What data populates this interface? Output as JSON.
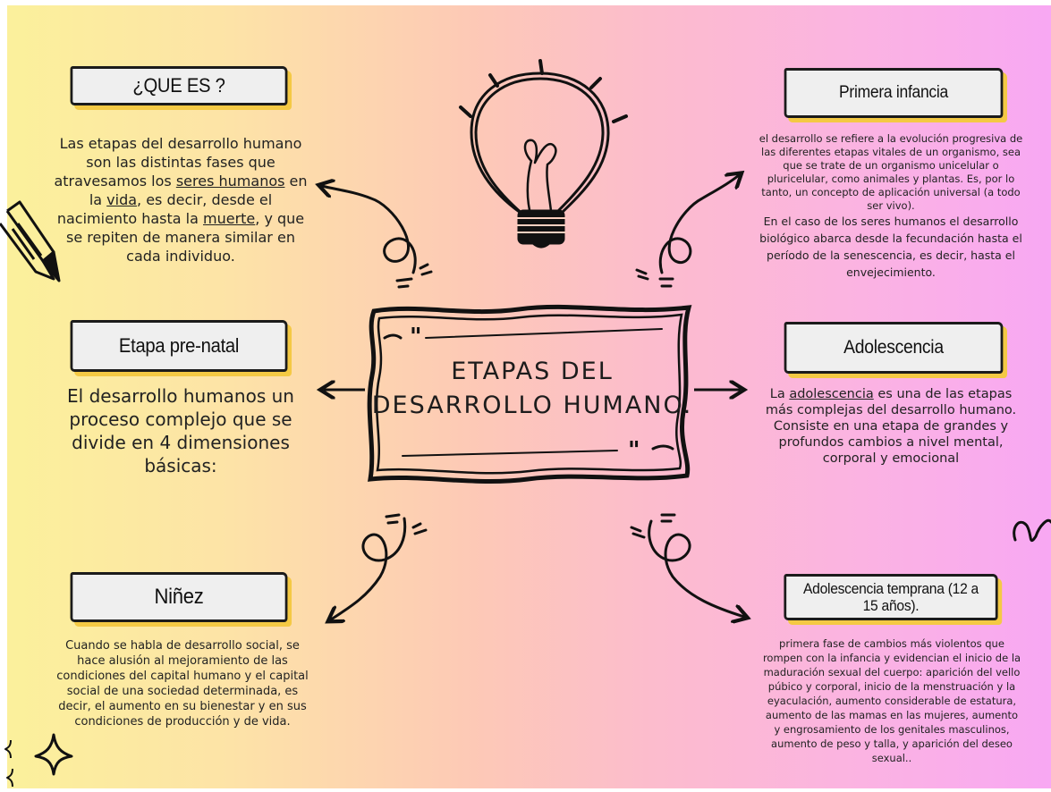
{
  "title": "ETAPAS DEL\nDESARROLLO HUMANO.",
  "sections": {
    "que_es": {
      "label": "¿QUE ES ?",
      "parts": [
        "Las etapas del desarrollo humano son las distintas fases que atravesamos los ",
        "seres humanos",
        " en la ",
        "vida",
        ", es decir, desde el nacimiento hasta la ",
        "muerte",
        ", y que se repiten de manera similar en cada individuo."
      ]
    },
    "prenatal": {
      "label": "Etapa pre-natal",
      "text": "El desarrollo humanos un proceso complejo que se divide en 4 dimensiones básicas:"
    },
    "ninez": {
      "label": "Niñez",
      "text": "Cuando se habla de desarrollo social, se hace alusión al mejoramiento de las condiciones del capital humano y el capital social de una sociedad determinada, es decir, el aumento en su bienestar y en sus condiciones de producción y de vida."
    },
    "primera_infancia": {
      "label": "Primera infancia",
      "text1": "el desarrollo se refiere a la evolución progresiva de las diferentes etapas vitales de un organismo, sea que se trate de un organismo unicelular o pluricelular, como animales y plantas. Es, por lo tanto, un concepto de aplicación universal (a todo ser vivo).",
      "text2": "En el caso de los seres humanos el desarrollo biológico abarca desde la fecundación hasta el período de la senescencia, es decir, hasta el envejecimiento."
    },
    "adolescencia": {
      "label": "Adolescencia",
      "parts": [
        "La ",
        "adolescencia",
        " es una de las etapas más complejas del desarrollo humano. Consiste en una etapa de grandes y profundos cambios a nivel mental, corporal y emocional"
      ]
    },
    "adolescencia_temprana": {
      "label": "Adolescencia temprana (12 a 15 años).",
      "text": "primera fase de cambios más violentos que rompen con la infancia y evidencian el inicio de la maduración sexual del cuerpo: aparición del vello púbico y corporal, inicio de la menstruación y la eyaculación, aumento considerable de estatura, aumento de las mamas en las mujeres, aumento y engrosamiento de los genitales masculinos, aumento de peso y talla, y aparición del deseo sexual.."
    }
  },
  "icons": [
    "lightbulb-icon",
    "pencil-icon",
    "sparkle-icon",
    "curly-arrow-icon"
  ],
  "colors": {
    "box_fill": "#efefef",
    "box_shadow": "#f4c944",
    "ink": "#1b1b1b"
  }
}
